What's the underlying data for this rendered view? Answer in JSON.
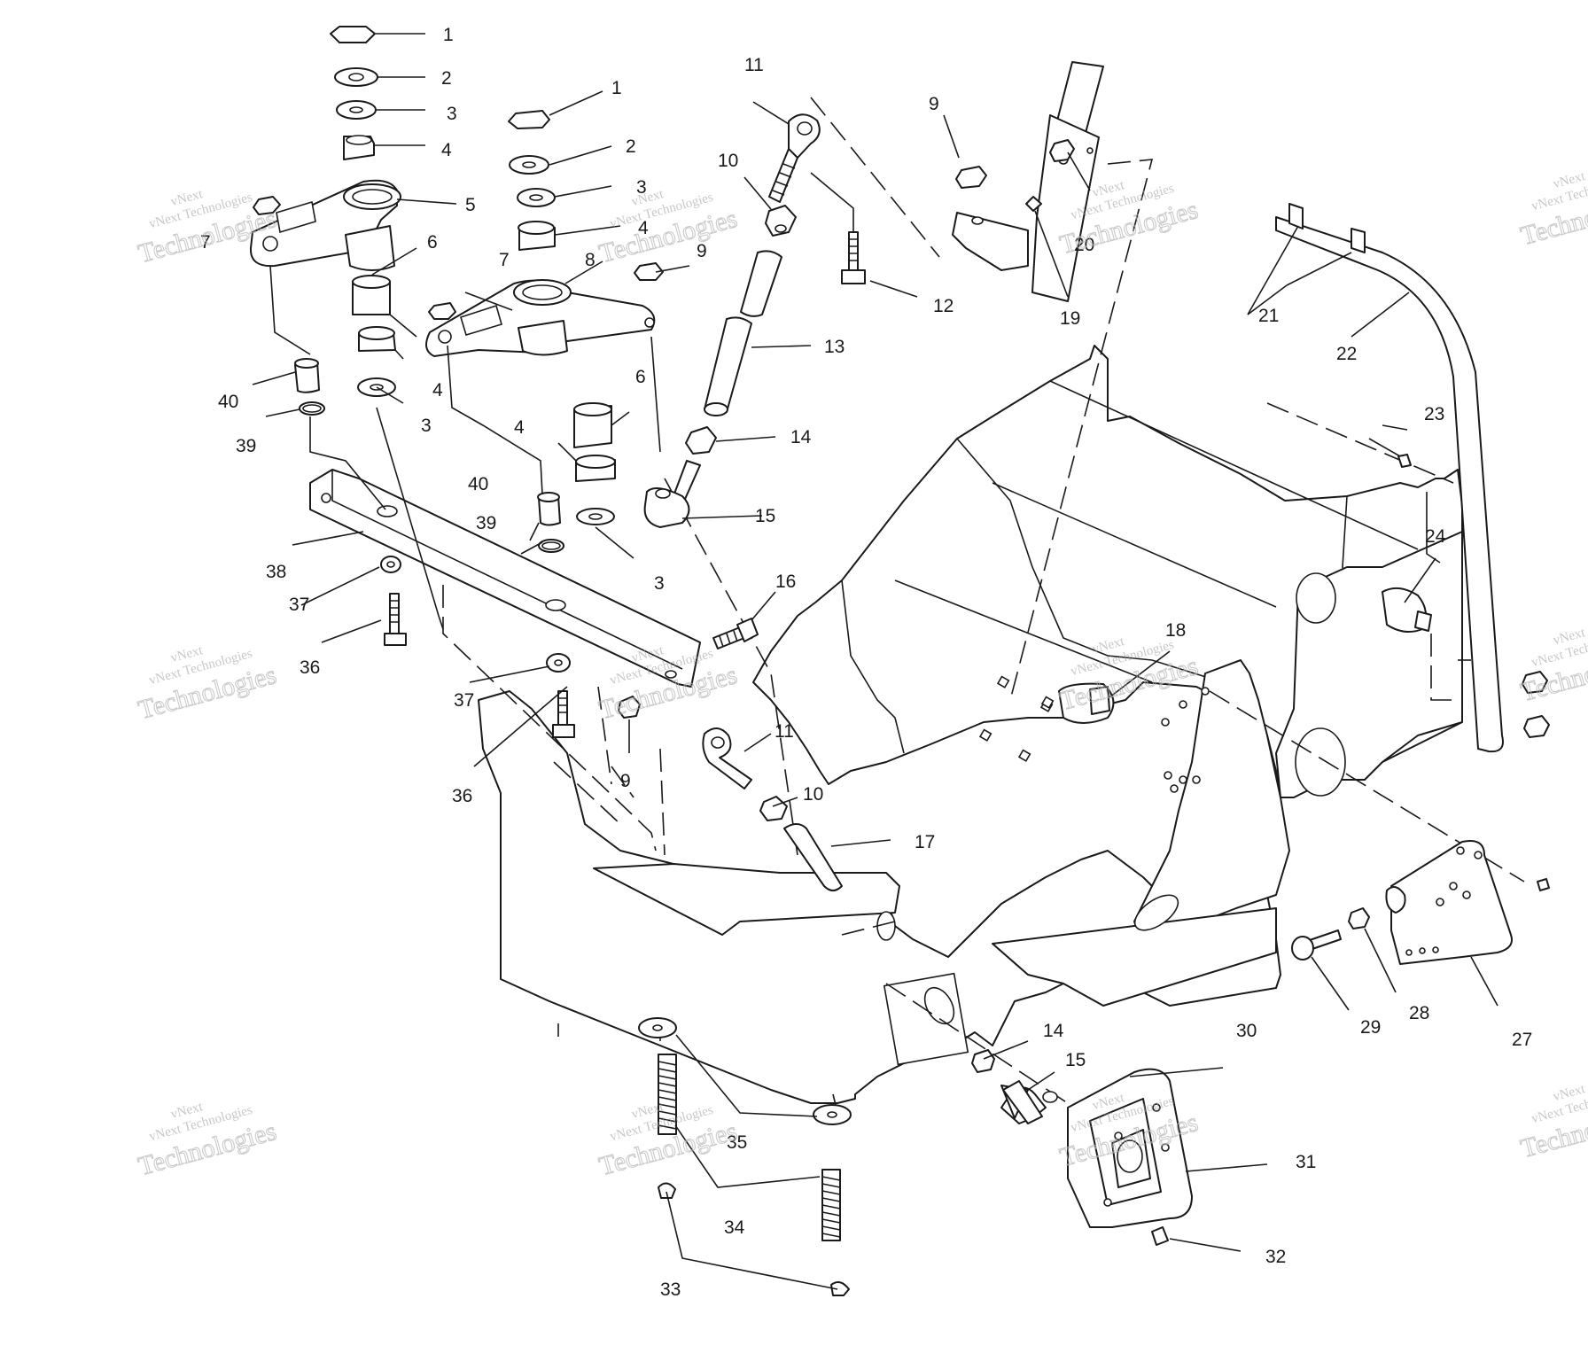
{
  "watermark": {
    "line1": "vNext",
    "line2": "vNext Technologies",
    "line3": "Technologies"
  },
  "callouts": [
    {
      "id": "c1a",
      "text": "1"
    },
    {
      "id": "c2a",
      "text": "2"
    },
    {
      "id": "c3a",
      "text": "3"
    },
    {
      "id": "c4a",
      "text": "4"
    },
    {
      "id": "c5",
      "text": "5"
    },
    {
      "id": "c7a",
      "text": "7"
    },
    {
      "id": "c6a",
      "text": "6"
    },
    {
      "id": "c40a",
      "text": "40"
    },
    {
      "id": "c4b",
      "text": "4"
    },
    {
      "id": "c3b",
      "text": "3"
    },
    {
      "id": "c39a",
      "text": "39"
    },
    {
      "id": "c1b",
      "text": "1"
    },
    {
      "id": "c2b",
      "text": "2"
    },
    {
      "id": "c3c",
      "text": "3"
    },
    {
      "id": "c4c",
      "text": "4"
    },
    {
      "id": "c7b",
      "text": "7"
    },
    {
      "id": "c8",
      "text": "8"
    },
    {
      "id": "c9a",
      "text": "9"
    },
    {
      "id": "c6b",
      "text": "6"
    },
    {
      "id": "c4d",
      "text": "4"
    },
    {
      "id": "c40b",
      "text": "40"
    },
    {
      "id": "c39b",
      "text": "39"
    },
    {
      "id": "c3d",
      "text": "3"
    },
    {
      "id": "c38",
      "text": "38"
    },
    {
      "id": "c37a",
      "text": "37"
    },
    {
      "id": "c36a",
      "text": "36"
    },
    {
      "id": "c37b",
      "text": "37"
    },
    {
      "id": "c36b",
      "text": "36"
    },
    {
      "id": "c9b",
      "text": "9"
    },
    {
      "id": "c11a",
      "text": "11"
    },
    {
      "id": "c10a",
      "text": "10"
    },
    {
      "id": "c12",
      "text": "12"
    },
    {
      "id": "c13",
      "text": "13"
    },
    {
      "id": "c14a",
      "text": "14"
    },
    {
      "id": "c15a",
      "text": "15"
    },
    {
      "id": "c16",
      "text": "16"
    },
    {
      "id": "c11b",
      "text": "11"
    },
    {
      "id": "c10b",
      "text": "10"
    },
    {
      "id": "c17",
      "text": "17"
    },
    {
      "id": "c9c",
      "text": "9"
    },
    {
      "id": "c20",
      "text": "20"
    },
    {
      "id": "c19",
      "text": "19"
    },
    {
      "id": "c18",
      "text": "18"
    },
    {
      "id": "c21",
      "text": "21"
    },
    {
      "id": "c22",
      "text": "22"
    },
    {
      "id": "c23",
      "text": "23"
    },
    {
      "id": "c24",
      "text": "24"
    },
    {
      "id": "c27",
      "text": "27"
    },
    {
      "id": "c28",
      "text": "28"
    },
    {
      "id": "c29",
      "text": "29"
    },
    {
      "id": "c14b",
      "text": "14"
    },
    {
      "id": "c15b",
      "text": "15"
    },
    {
      "id": "c30",
      "text": "30"
    },
    {
      "id": "c31",
      "text": "31"
    },
    {
      "id": "c32",
      "text": "32"
    },
    {
      "id": "c35",
      "text": "35"
    },
    {
      "id": "c34",
      "text": "34"
    },
    {
      "id": "c33",
      "text": "33"
    }
  ]
}
